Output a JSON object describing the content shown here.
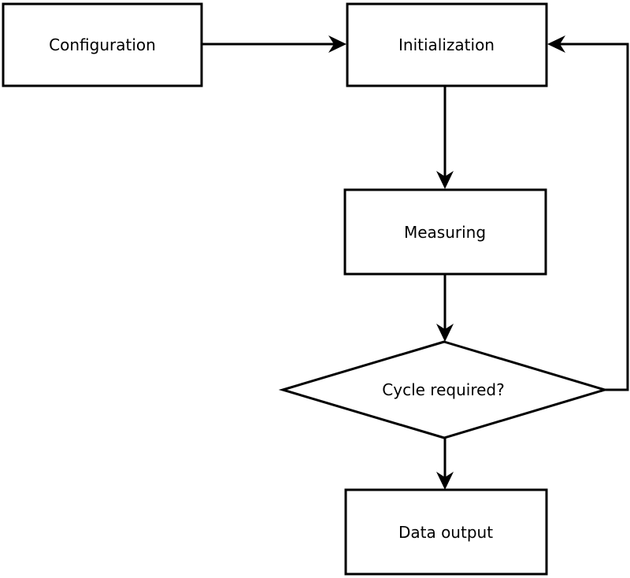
{
  "diagram": {
    "type": "flowchart",
    "background_color": "#ffffff",
    "stroke_color": "#000000",
    "node_fill_color": "#ffffff",
    "nodes": [
      {
        "id": "configuration",
        "label": "Configuration",
        "shape": "rectangle"
      },
      {
        "id": "initialization",
        "label": "Initialization",
        "shape": "rectangle"
      },
      {
        "id": "measuring",
        "label": "Measuring",
        "shape": "rectangle"
      },
      {
        "id": "cycle-required",
        "label": "Cycle required?",
        "shape": "diamond"
      },
      {
        "id": "data-output",
        "label": "Data output",
        "shape": "rectangle"
      }
    ],
    "edges": [
      {
        "from": "configuration",
        "to": "initialization",
        "kind": "forward"
      },
      {
        "from": "initialization",
        "to": "measuring",
        "kind": "forward"
      },
      {
        "from": "measuring",
        "to": "cycle-required",
        "kind": "forward"
      },
      {
        "from": "cycle-required",
        "to": "data-output",
        "kind": "forward"
      },
      {
        "from": "cycle-required",
        "to": "initialization",
        "kind": "loop-back"
      }
    ]
  }
}
